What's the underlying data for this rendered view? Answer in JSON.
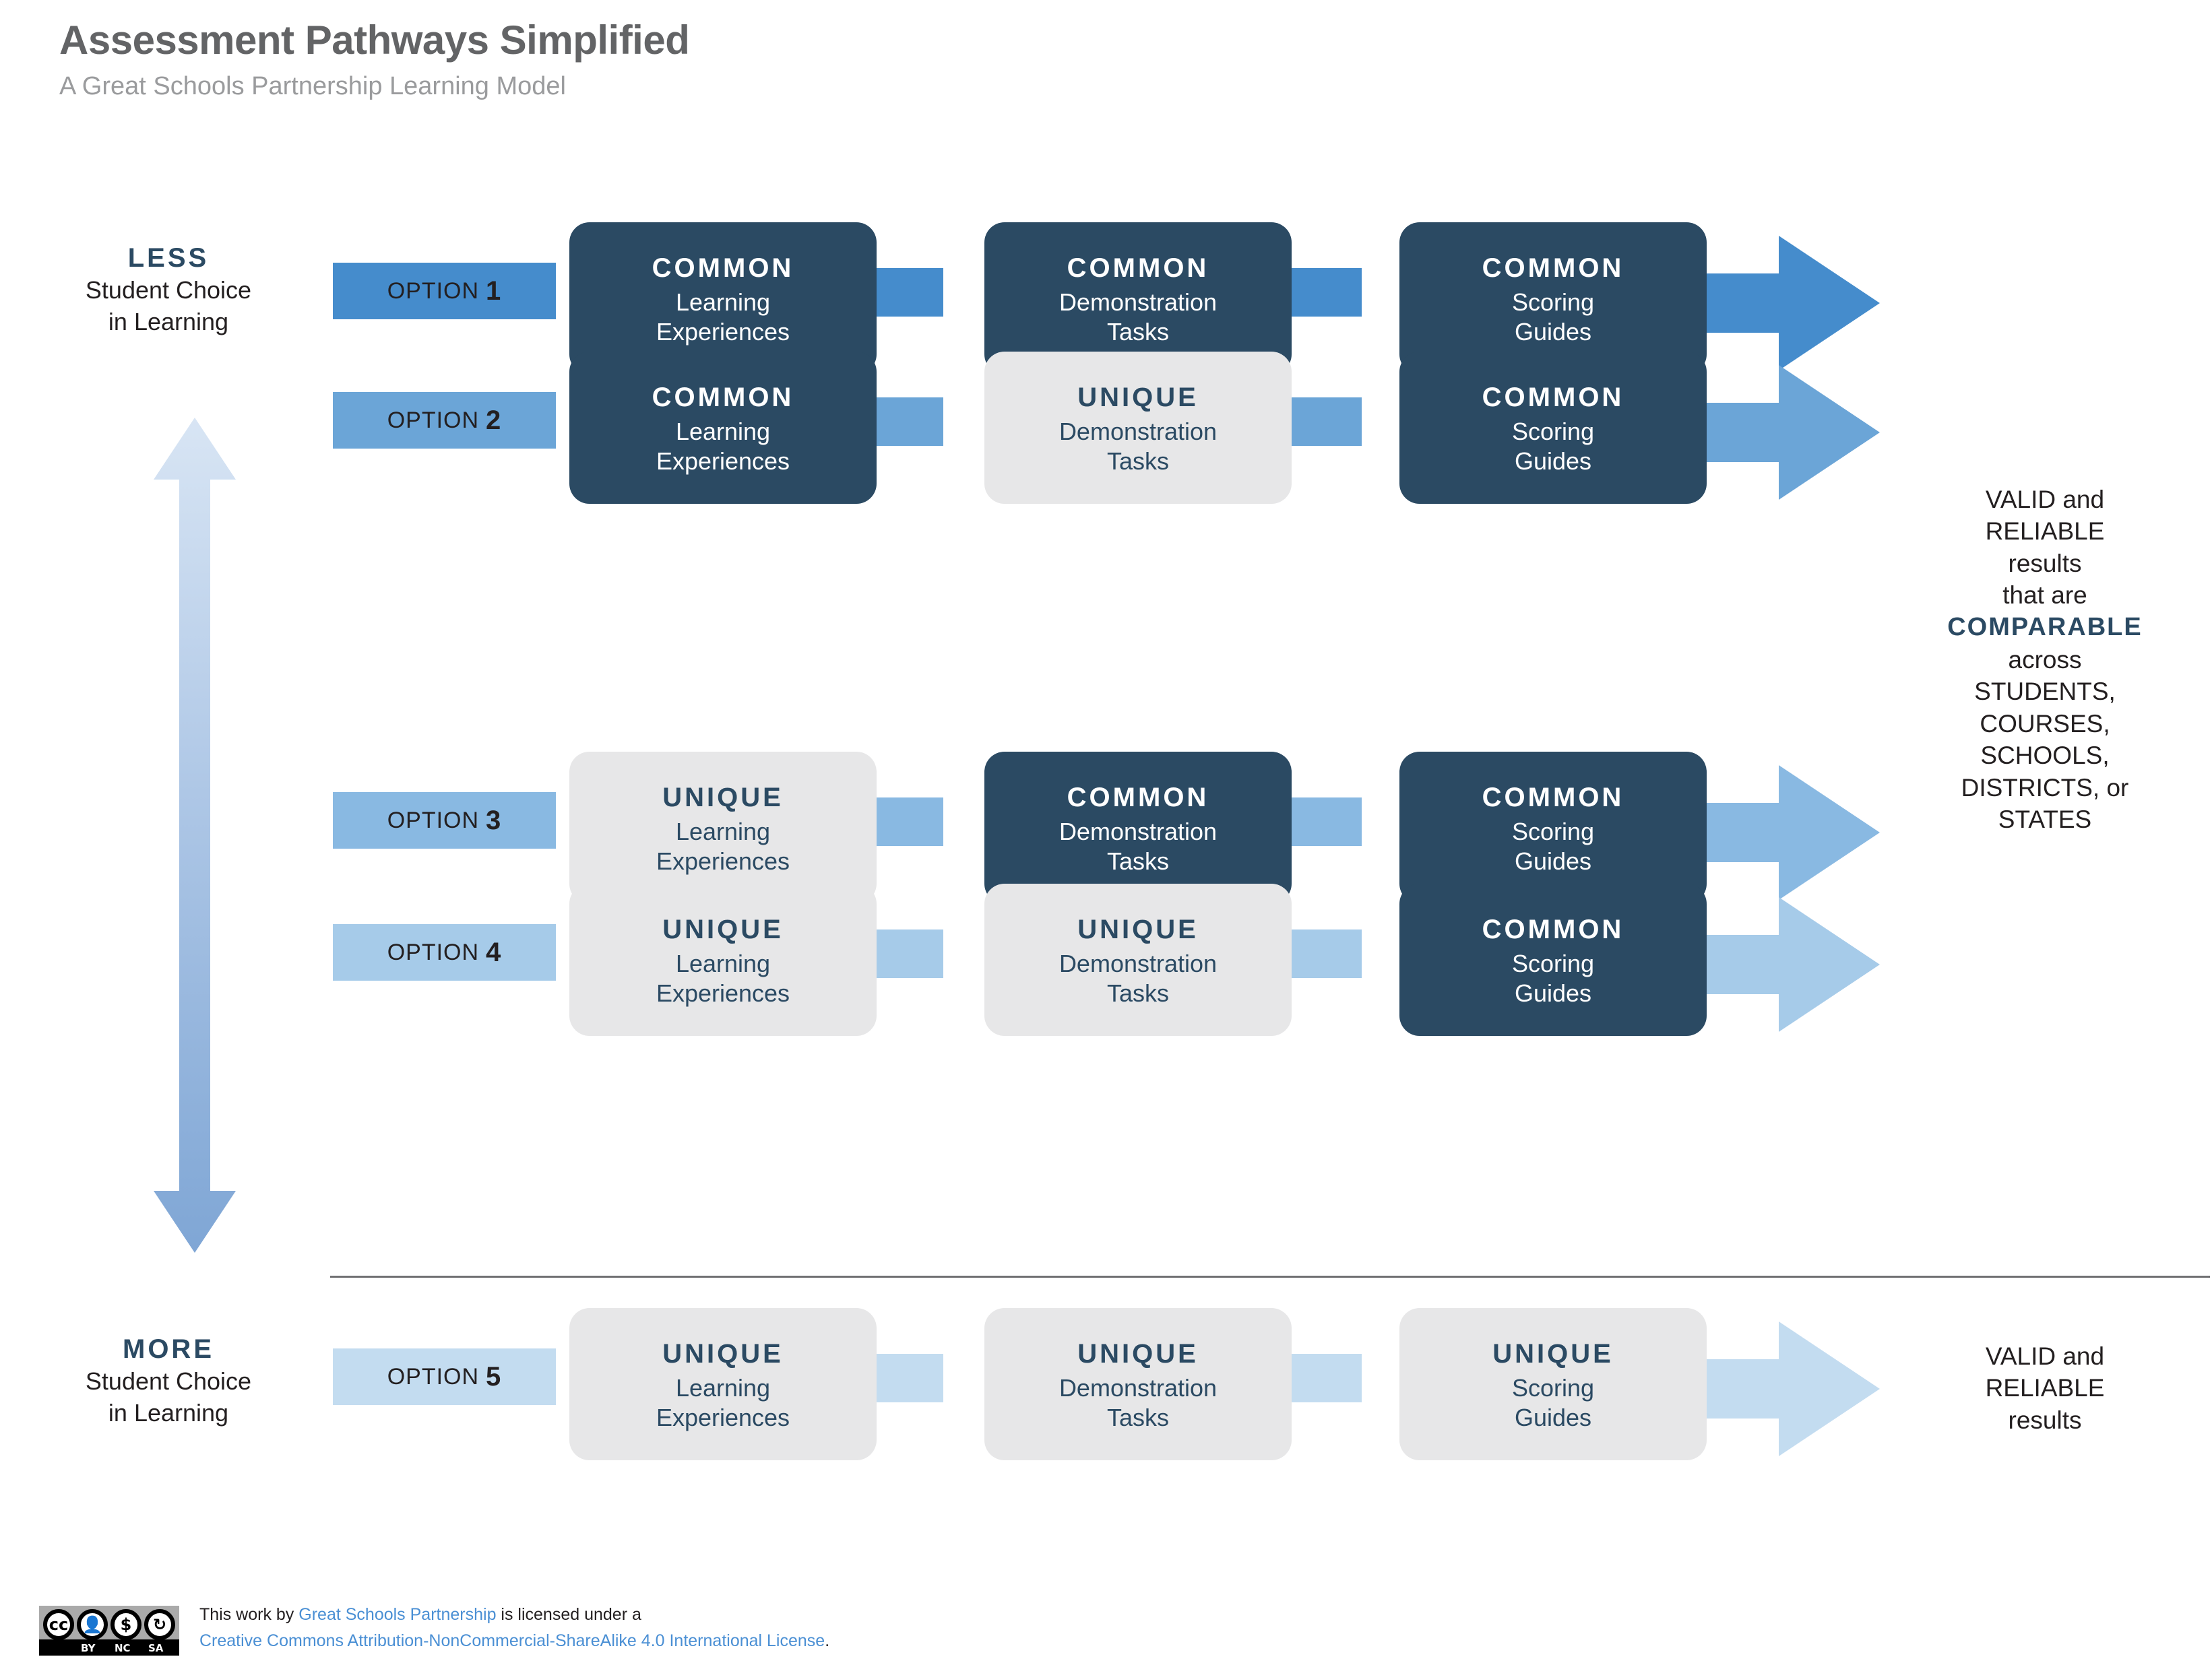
{
  "header": {
    "title": "Assessment Pathways Simplified",
    "subtitle": "A Great Schools Partnership Learning Model"
  },
  "colors": {
    "dark_navy": "#2b4a63",
    "light_gray_box": "#e7e7e8",
    "title_gray": "#636466",
    "subtitle_gray": "#9a9b9d",
    "divider_gray": "#6f7072",
    "link_blue": "#4a8fd4",
    "row_blues": [
      "#458ccc",
      "#6ba5d7",
      "#89b9e2",
      "#a6cbe9",
      "#c3dcf0"
    ],
    "choice_arrow_top": "#d2e1f2",
    "choice_arrow_bottom": "#7fa6d5"
  },
  "axis": {
    "top_label": {
      "emphasis": "LESS",
      "line1": "Student Choice",
      "line2": "in Learning"
    },
    "bottom_label": {
      "emphasis": "MORE",
      "line1": "Student Choice",
      "line2": "in Learning"
    },
    "arrow_icon": "double-headed-vertical-arrow"
  },
  "stage_columns": [
    "Learning Experiences",
    "Demonstration Tasks",
    "Scoring Guides"
  ],
  "rows": [
    {
      "option_label": "OPTION",
      "option_number": "1",
      "accent": "#458ccc",
      "stages": [
        {
          "kind": "COMMON",
          "desc_line1": "Learning",
          "desc_line2": "Experiences",
          "style": "common"
        },
        {
          "kind": "COMMON",
          "desc_line1": "Demonstration",
          "desc_line2": "Tasks",
          "style": "common"
        },
        {
          "kind": "COMMON",
          "desc_line1": "Scoring",
          "desc_line2": "Guides",
          "style": "common"
        }
      ]
    },
    {
      "option_label": "OPTION",
      "option_number": "2",
      "accent": "#6ba5d7",
      "stages": [
        {
          "kind": "COMMON",
          "desc_line1": "Learning",
          "desc_line2": "Experiences",
          "style": "common"
        },
        {
          "kind": "UNIQUE",
          "desc_line1": "Demonstration",
          "desc_line2": "Tasks",
          "style": "unique"
        },
        {
          "kind": "COMMON",
          "desc_line1": "Scoring",
          "desc_line2": "Guides",
          "style": "common"
        }
      ]
    },
    {
      "option_label": "OPTION",
      "option_number": "3",
      "accent": "#89b9e2",
      "stages": [
        {
          "kind": "UNIQUE",
          "desc_line1": "Learning",
          "desc_line2": "Experiences",
          "style": "unique"
        },
        {
          "kind": "COMMON",
          "desc_line1": "Demonstration",
          "desc_line2": "Tasks",
          "style": "common"
        },
        {
          "kind": "COMMON",
          "desc_line1": "Scoring",
          "desc_line2": "Guides",
          "style": "common"
        }
      ]
    },
    {
      "option_label": "OPTION",
      "option_number": "4",
      "accent": "#a6cbe9",
      "stages": [
        {
          "kind": "UNIQUE",
          "desc_line1": "Learning",
          "desc_line2": "Experiences",
          "style": "unique"
        },
        {
          "kind": "UNIQUE",
          "desc_line1": "Demonstration",
          "desc_line2": "Tasks",
          "style": "unique"
        },
        {
          "kind": "COMMON",
          "desc_line1": "Scoring",
          "desc_line2": "Guides",
          "style": "common"
        }
      ]
    },
    {
      "option_label": "OPTION",
      "option_number": "5",
      "accent": "#c3dcf0",
      "stages": [
        {
          "kind": "UNIQUE",
          "desc_line1": "Learning",
          "desc_line2": "Experiences",
          "style": "unique"
        },
        {
          "kind": "UNIQUE",
          "desc_line1": "Demonstration",
          "desc_line2": "Tasks",
          "style": "unique"
        },
        {
          "kind": "UNIQUE",
          "desc_line1": "Scoring",
          "desc_line2": "Guides",
          "style": "unique"
        }
      ]
    }
  ],
  "outcomes": {
    "main": [
      "VALID and",
      "RELIABLE",
      "results",
      "that are",
      "COMPARABLE",
      "across",
      "STUDENTS,",
      "COURSES,",
      "SCHOOLS,",
      "DISTRICTS, or",
      "STATES"
    ],
    "main_emphasis_index": 4,
    "last": [
      "VALID and",
      "RELIABLE",
      "results"
    ]
  },
  "footer": {
    "badge": {
      "cc": "cc",
      "by": "BY",
      "nc": "NC",
      "sa": "SA",
      "icon": "creative-commons-badge"
    },
    "line1_pre": "This work by ",
    "line1_link": "Great Schools Partnership",
    "line1_post": " is licensed under a",
    "line2_link": "Creative Commons Attribution-NonCommercial-ShareAlike 4.0 International License",
    "line2_post": "."
  }
}
